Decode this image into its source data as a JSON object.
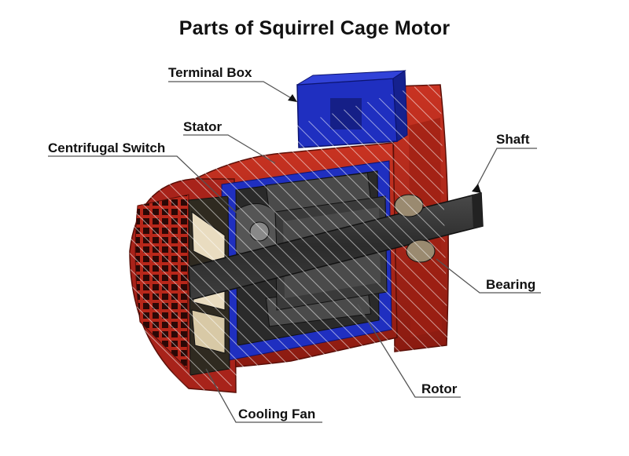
{
  "title": "Parts of Squirrel Cage Motor",
  "labels": {
    "terminal_box": "Terminal Box",
    "stator": "Stator",
    "centrifugal_switch": "Centrifugal Switch",
    "shaft": "Shaft",
    "bearing": "Bearing",
    "rotor": "Rotor",
    "cooling_fan": "Cooling Fan"
  },
  "colors": {
    "housing": "#b8271a",
    "housing_dark": "#7a150c",
    "terminal_box": "#1f2fc0",
    "steel": "#3a3a3a",
    "steel_dark": "#1e1e1e",
    "leader": "#555555"
  }
}
